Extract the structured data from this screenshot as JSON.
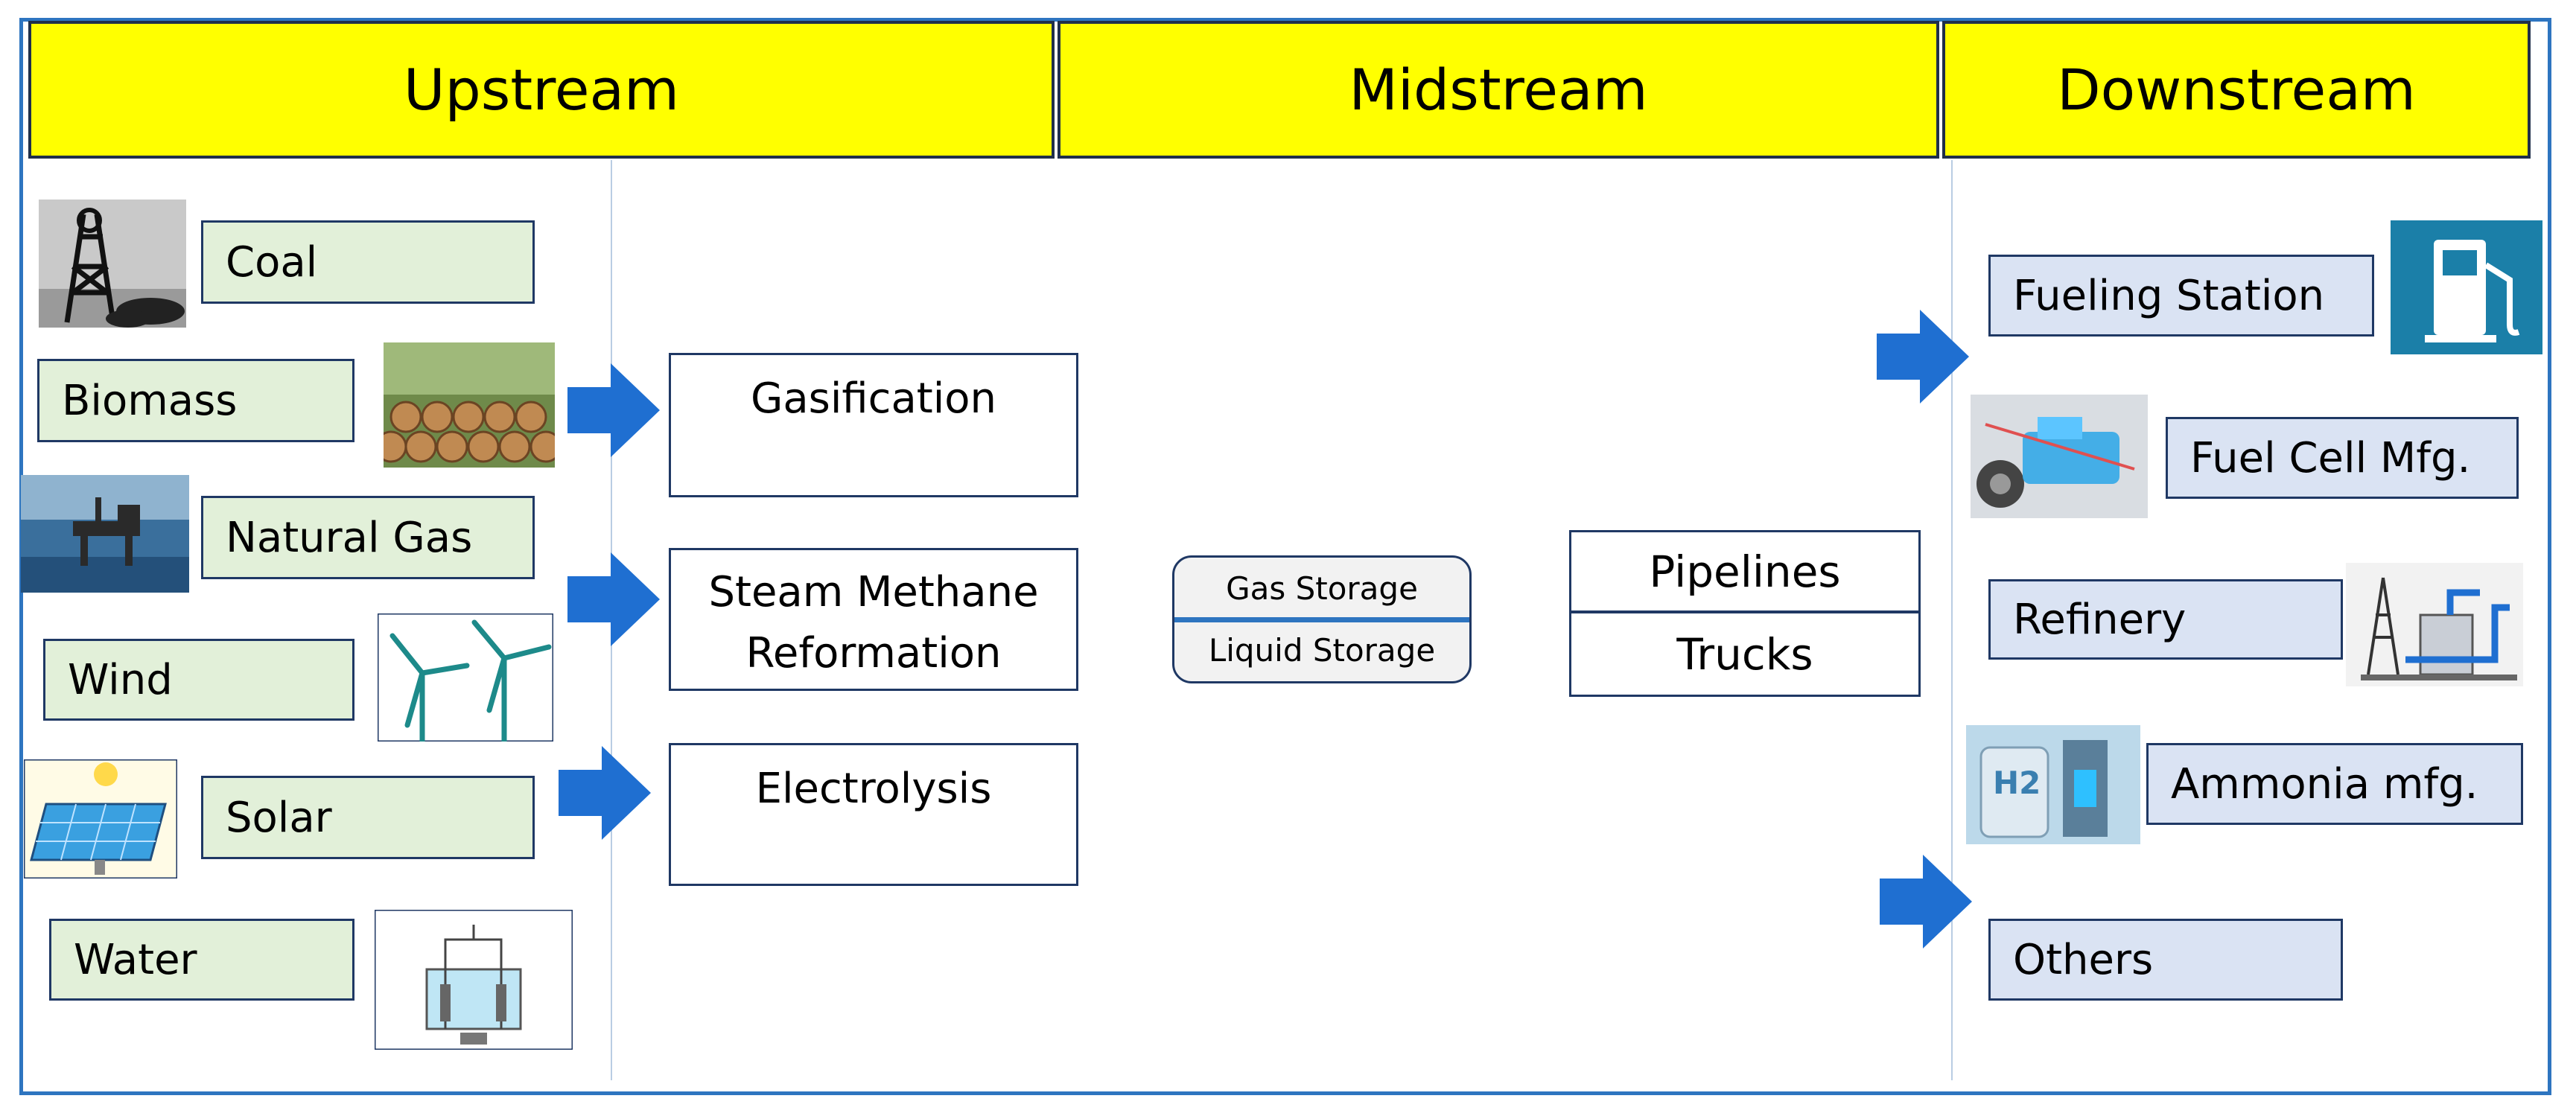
{
  "stages": {
    "upstream": "Upstream",
    "midstream": "Midstream",
    "downstream": "Downstream"
  },
  "sources": [
    "Coal",
    "Biomass",
    "Natural Gas",
    "Wind",
    "Solar",
    "Water"
  ],
  "processes": [
    {
      "line1": "Gasification",
      "line2": ""
    },
    {
      "line1": "Steam Methane",
      "line2": "Reformation"
    },
    {
      "line1": "Electrolysis",
      "line2": ""
    }
  ],
  "storage": {
    "gas": "Gas Storage",
    "liquid": "Liquid Storage"
  },
  "transport": {
    "pipelines": "Pipelines",
    "trucks": "Trucks"
  },
  "applications": [
    "Fueling Station",
    "Fuel Cell Mfg.",
    "Refinery",
    "Ammonia mfg.",
    "Others"
  ],
  "icon_label": "H2",
  "colors": {
    "header_fill": "#ffff00",
    "frame": "#2e75c0",
    "arrow": "#1f6fd1",
    "source_fill": "#e2f0d9",
    "application_fill": "#dae3f3",
    "box_border": "#1f3864"
  }
}
